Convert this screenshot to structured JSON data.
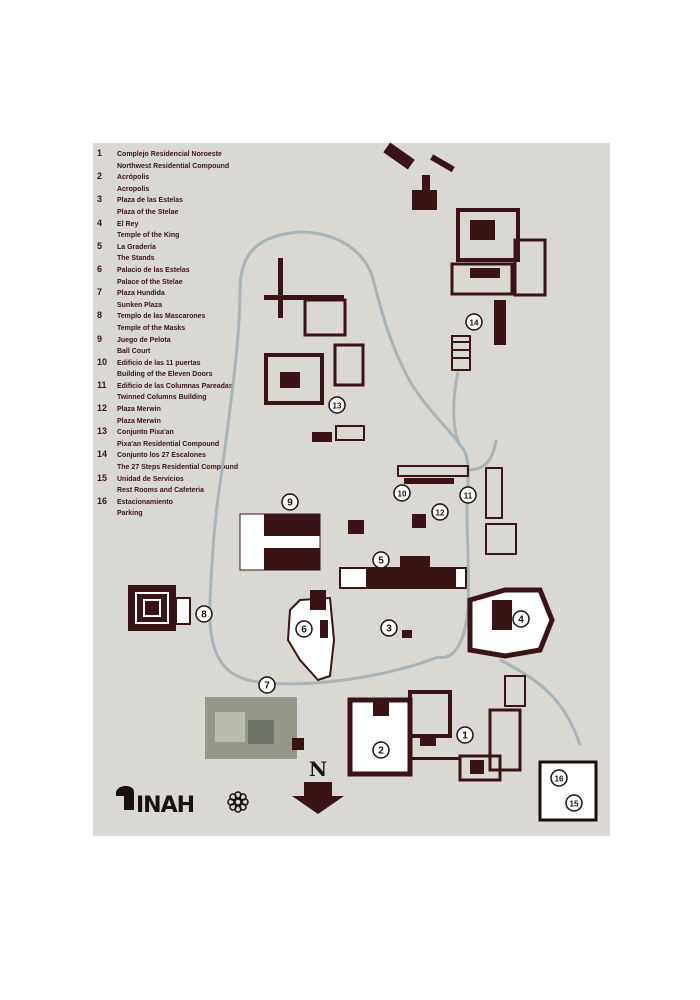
{
  "legend": [
    {
      "num": "1",
      "es": "Complejo Residencial Noroeste",
      "en": "Northwest Residential Compound"
    },
    {
      "num": "2",
      "es": "Acrópolis",
      "en": "Acropolis"
    },
    {
      "num": "3",
      "es": "Plaza de las Estelas",
      "en": "Plaza of the Stelae"
    },
    {
      "num": "4",
      "es": "El Rey",
      "en": "Temple of the King"
    },
    {
      "num": "5",
      "es": "La Gradería",
      "en": "The Stands"
    },
    {
      "num": "6",
      "es": "Palacio de las Estelas",
      "en": "Palace of the Stelae"
    },
    {
      "num": "7",
      "es": "Plaza Hundida",
      "en": "Sunken Plaza"
    },
    {
      "num": "8",
      "es": "Templo de las Mascarones",
      "en": "Temple of the Masks"
    },
    {
      "num": "9",
      "es": "Juego de Pelota",
      "en": "Ball Court"
    },
    {
      "num": "10",
      "es": "Edificio de las 11 puertas",
      "en": "Building of the Eleven Doors"
    },
    {
      "num": "11",
      "es": "Edificio de las Columnas Pareadas",
      "en": "Twinned Columns Building"
    },
    {
      "num": "12",
      "es": "Plaza Merwin",
      "en": "Plaza Merwin"
    },
    {
      "num": "13",
      "es": "Conjunto Pixa'an",
      "en": "Pixa'an Residential Compound"
    },
    {
      "num": "14",
      "es": "Conjunto los 27 Escalones",
      "en": "The 27 Steps Residential Compound"
    },
    {
      "num": "15",
      "es": "Unidad de Servicios",
      "en": "Rest Rooms and Cafeteria"
    },
    {
      "num": "16",
      "es": "Estacionamiento",
      "en": "Parking"
    }
  ],
  "markers": [
    "1",
    "2",
    "3",
    "4",
    "5",
    "6",
    "7",
    "8",
    "9",
    "10",
    "11",
    "12",
    "13",
    "14",
    "15",
    "16"
  ],
  "north_label": "N",
  "logo_text": "INAH",
  "colors": {
    "background": "#d9d8d3",
    "building": "#3a1414",
    "path": "#a8b4b8",
    "ink": "#1a1010"
  },
  "icons": [
    "north-arrow-icon",
    "inah-logo-icon",
    "flower-emblem-icon"
  ]
}
